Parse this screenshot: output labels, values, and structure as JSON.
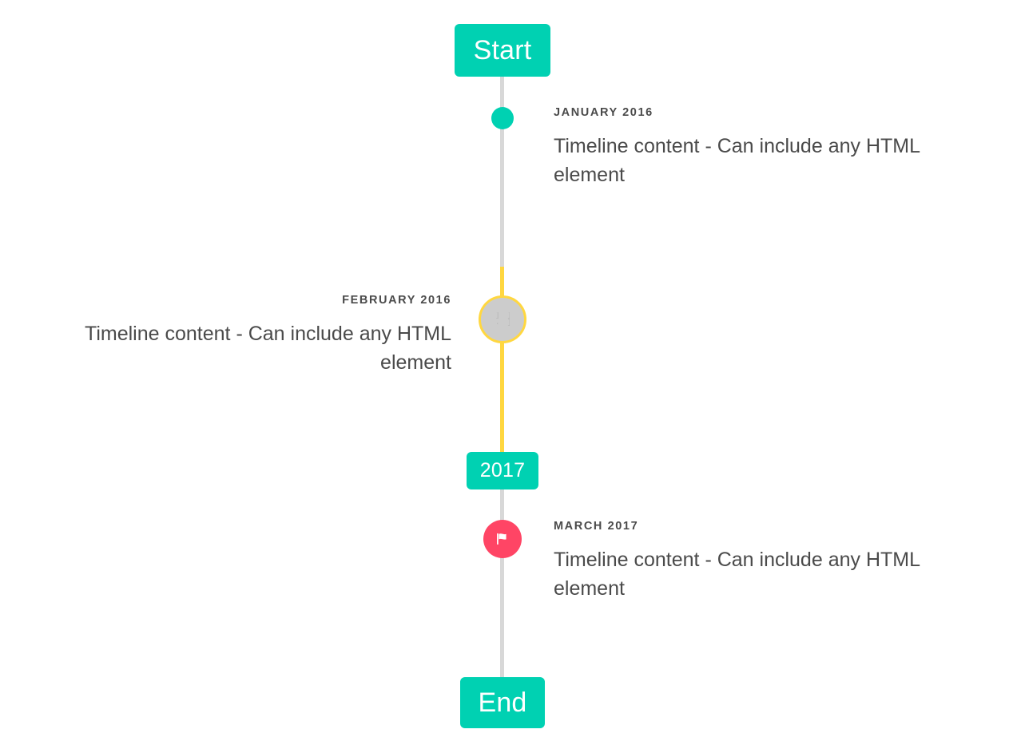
{
  "theme": {
    "background": "#ffffff",
    "accent_teal": "#00d1b2",
    "accent_yellow": "#ffd740",
    "accent_pink": "#ff4565",
    "rail_gray": "#d8d8d8",
    "marker_gray": "#cccccc",
    "text_color": "#4a4a4a"
  },
  "caps": {
    "start_label": "Start",
    "year_label": "2017",
    "end_label": "End"
  },
  "events": [
    {
      "date": "JANUARY 2016",
      "body": "Timeline content - Can include any HTML element",
      "side": "right",
      "marker": "dot-icon"
    },
    {
      "date": "FEBRUARY 2016",
      "body": "Timeline content - Can include any HTML element",
      "side": "left",
      "marker": "broken-image-icon",
      "glyph": "] ]\n. ]"
    },
    {
      "date": "MARCH 2017",
      "body": "Timeline content - Can include any HTML element",
      "side": "right",
      "marker": "flag-icon"
    }
  ]
}
